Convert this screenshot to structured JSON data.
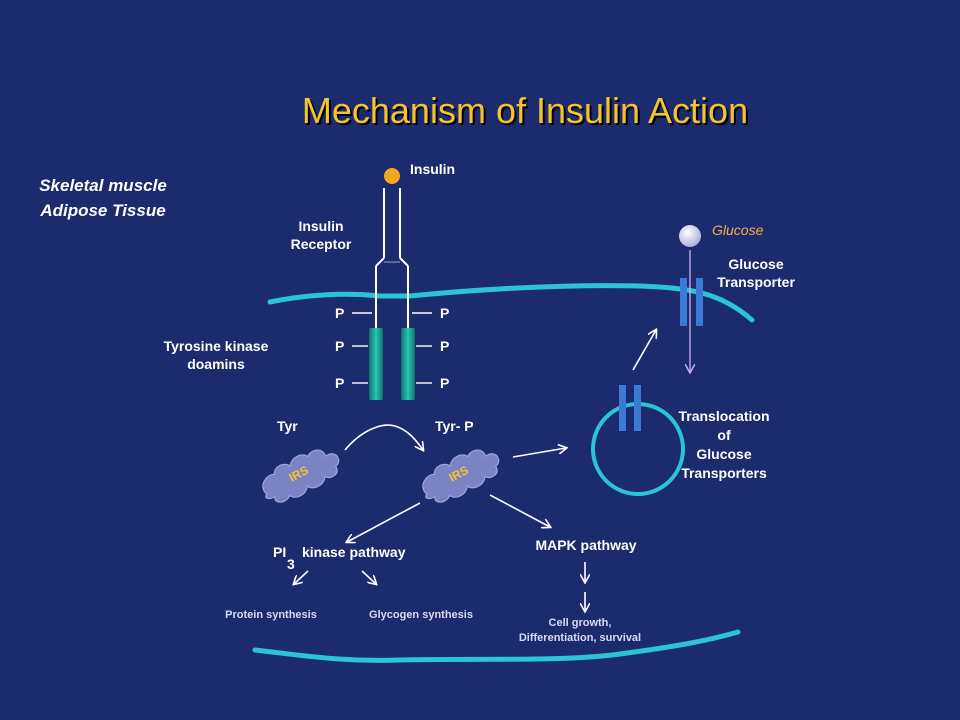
{
  "title": "Mechanism of Insulin Action",
  "tissues": [
    "Skeletal muscle",
    "Adipose Tissue"
  ],
  "labels": {
    "insulin": "Insulin",
    "insulin_receptor": [
      "Insulin",
      "Receptor"
    ],
    "tyrosine_kinase": [
      "Tyrosine kinase",
      "doamins"
    ],
    "phosphate": "P",
    "tyr": "Tyr",
    "tyr_p": "Tyr- P",
    "irs": "IRS",
    "glucose": "Glucose",
    "glucose_transporter": [
      "Glucose",
      "Transporter"
    ],
    "translocation": [
      "Translocation",
      "of",
      "Glucose",
      "Transporters"
    ],
    "pi3_main": "PI",
    "pi3_sub": "3",
    "pi3_rest": "kinase pathway",
    "mapk": "MAPK pathway",
    "protein_synthesis": "Protein synthesis",
    "glycogen_synthesis": "Glycogen  synthesis",
    "cell_growth": [
      "Cell growth,",
      "Differentiation,  survival"
    ]
  },
  "colors": {
    "background": "#1c2a6e",
    "title": "#f4c430",
    "membrane": "#2bc4d4",
    "insulin_ball": "#f5a623",
    "kinase_domain": "#1aa89a",
    "transporter": "#3a7bd5",
    "irs_fill": "#7c83c4"
  }
}
